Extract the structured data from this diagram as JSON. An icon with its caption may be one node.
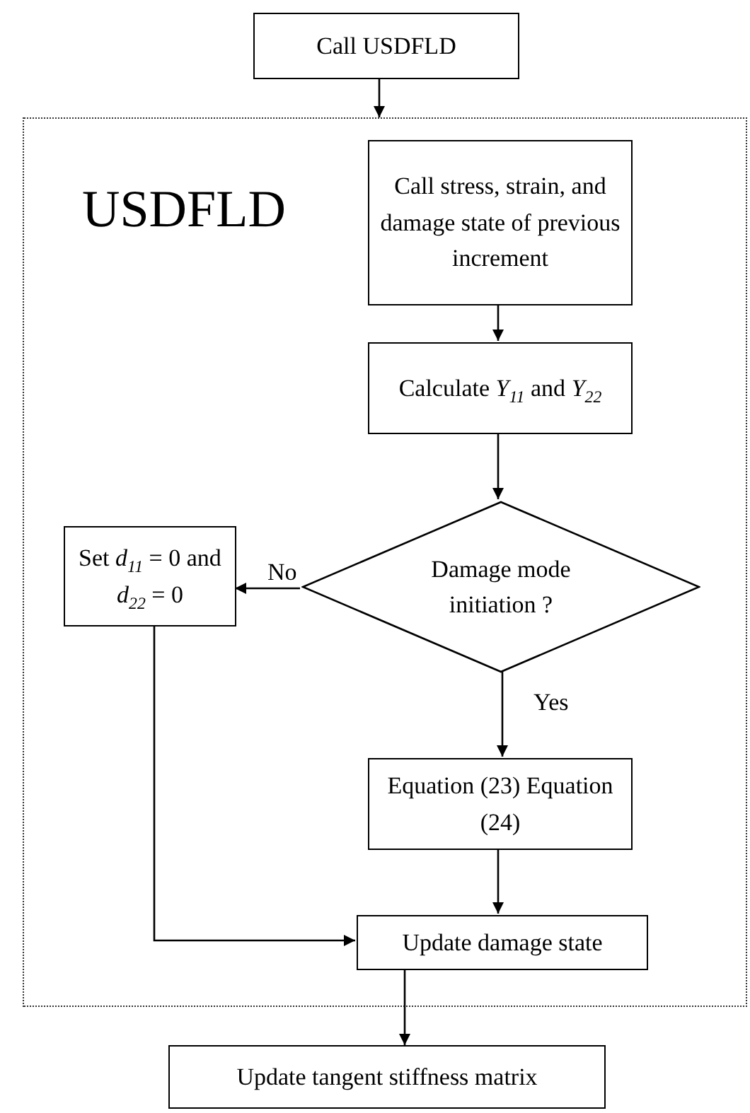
{
  "diagram": {
    "nodes": [
      {
        "text": [
          "Call USDFLD"
        ]
      },
      {
        "text": [
          "USDFLD"
        ]
      },
      {
        "text": [
          "Call stress, strain, and damage state of previous increment"
        ],
        "in": 1
      },
      {
        "text": [
          "Calculate *Y*$_{11}$ and *Y*$_{22}$"
        ],
        "in": 1
      },
      {
        "text": [
          "Damage mode initiation ?"
        ],
        "in": 1
      },
      {
        "text": [
          "Set *d*$_{11}$ = 0 and *d*$_{22}$ = 0"
        ],
        "in": 1
      },
      {
        "text": [
          "Equation (23) Equation (24)"
        ],
        "in": 1
      },
      {
        "text": [
          "Update damage state"
        ],
        "in": 1
      },
      {
        "text": [
          "Update  tangent stiffness matrix"
        ]
      }
    ],
    "edges": [
      {
        "from": 0,
        "to": 1,
        "arrow": "to"
      },
      {
        "from": 2,
        "to": 3,
        "arrow": "to"
      },
      {
        "from": 3,
        "to": 4,
        "arrow": "to"
      },
      {
        "from": 4,
        "to": 5,
        "arrow": "to",
        "label": "No"
      },
      {
        "from": 4,
        "to": 6,
        "arrow": "to",
        "label": "Yes"
      },
      {
        "from": 6,
        "to": 7,
        "arrow": "to"
      },
      {
        "from": 5,
        "to": 7,
        "arrow": "to"
      },
      {
        "from": 7,
        "to": 8,
        "arrow": "to"
      }
    ]
  }
}
